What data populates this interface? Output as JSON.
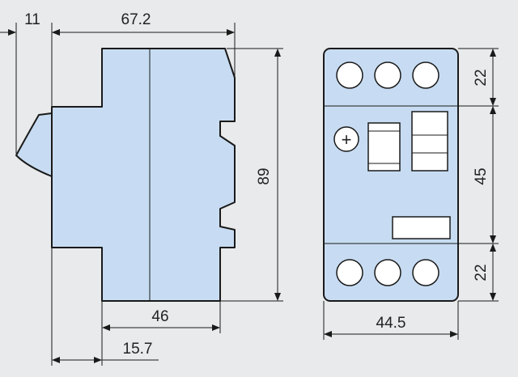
{
  "diagram": {
    "side_view": {
      "top_left_dim": "11",
      "top_width_dim": "67.2",
      "height_dim": "89",
      "bottom_width_dim": "46",
      "bottom_offset_dim": "15.7"
    },
    "front_view": {
      "top_section_dim": "22",
      "middle_section_dim": "45",
      "bottom_section_dim": "22",
      "width_dim": "44.5",
      "adjust_symbol": "+"
    }
  }
}
